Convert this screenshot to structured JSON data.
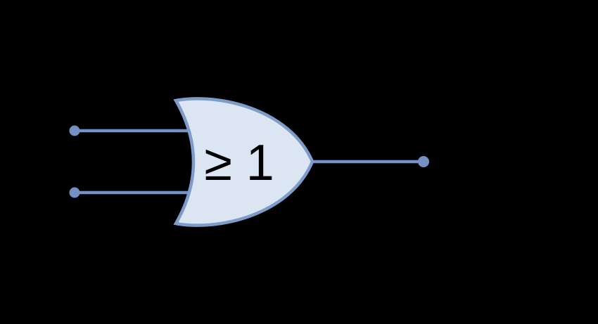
{
  "diagram": {
    "kind": "logic-gate-diagram",
    "gate": {
      "type": "OR",
      "label": "≥ 1"
    },
    "terminals": {
      "input_count": 2,
      "output_count": 1
    },
    "colors": {
      "background": "#000000",
      "gate_fill": "#DCE6F2",
      "gate_stroke": "#7E9CCA",
      "wire": "#7591C3",
      "terminal": "#7591C3",
      "label_text": "#000000"
    }
  }
}
